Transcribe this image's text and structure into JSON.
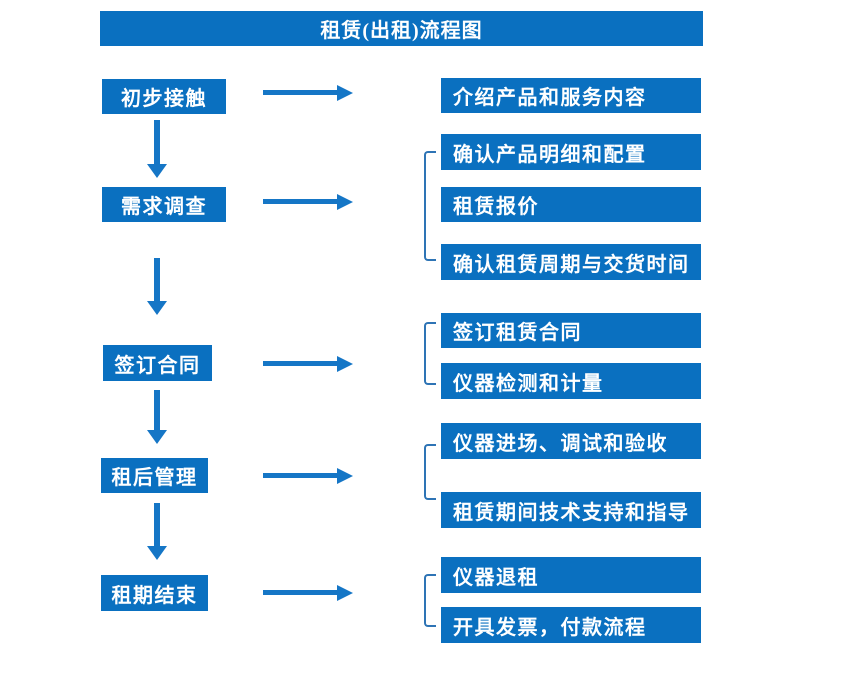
{
  "title": "租赁(出租)流程图",
  "colors": {
    "box_blue": "#0a70c0",
    "arrow_blue": "#1576c6",
    "bracket_blue": "#2e74b5",
    "text_white": "#ffffff"
  },
  "steps": [
    {
      "label": "初步接触",
      "details": [
        "介绍产品和服务内容"
      ]
    },
    {
      "label": "需求调查",
      "details": [
        "确认产品明细和配置",
        "租赁报价",
        "确认租赁周期与交货时间"
      ]
    },
    {
      "label": "签订合同",
      "details": [
        "签订租赁合同",
        "仪器检测和计量"
      ]
    },
    {
      "label": "租后管理",
      "details": [
        "仪器进场、调试和验收",
        "租赁期间技术支持和指导"
      ]
    },
    {
      "label": "租期结束",
      "details": [
        "仪器退租",
        "开具发票，付款流程"
      ]
    }
  ]
}
